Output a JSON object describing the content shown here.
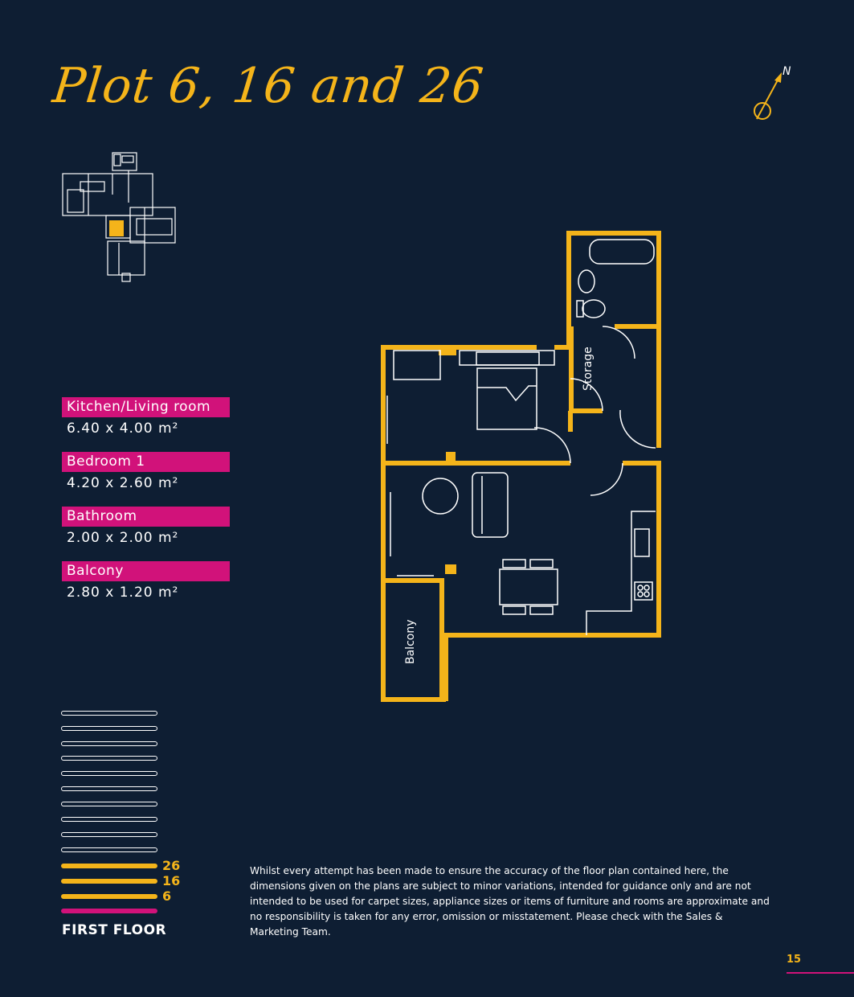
{
  "title": "Plot 6, 16 and 26",
  "compass": {
    "north_label": "N"
  },
  "rooms": [
    {
      "name": "Kitchen/Living room",
      "dims": "6.40 x 4.00 m²"
    },
    {
      "name": "Bedroom 1",
      "dims": "4.20 x 2.60 m²"
    },
    {
      "name": "Bathroom",
      "dims": "2.00 x 2.00 m²"
    },
    {
      "name": "Balcony",
      "dims": "2.80 x 1.20 m²"
    }
  ],
  "plan_labels": {
    "storage": "Storage",
    "balcony": "Balcony"
  },
  "floors": {
    "highlighted": [
      "26",
      "16",
      "6"
    ],
    "name": "FIRST FLOOR"
  },
  "disclaimer": "Whilst every attempt has been made to ensure the accuracy of the floor plan contained here, the dimensions given on the plans are subject to minor variations, intended for guidance only and are not intended to be used for carpet sizes, appliance sizes or items of furniture and rooms are approximate and no responsibility is taken for any error, omission or misstatement. Please check with the Sales & Marketing Team.",
  "page_number": "15",
  "colors": {
    "background": "#0e1e33",
    "accent": "#f4b41a",
    "highlight": "#d1127a"
  }
}
